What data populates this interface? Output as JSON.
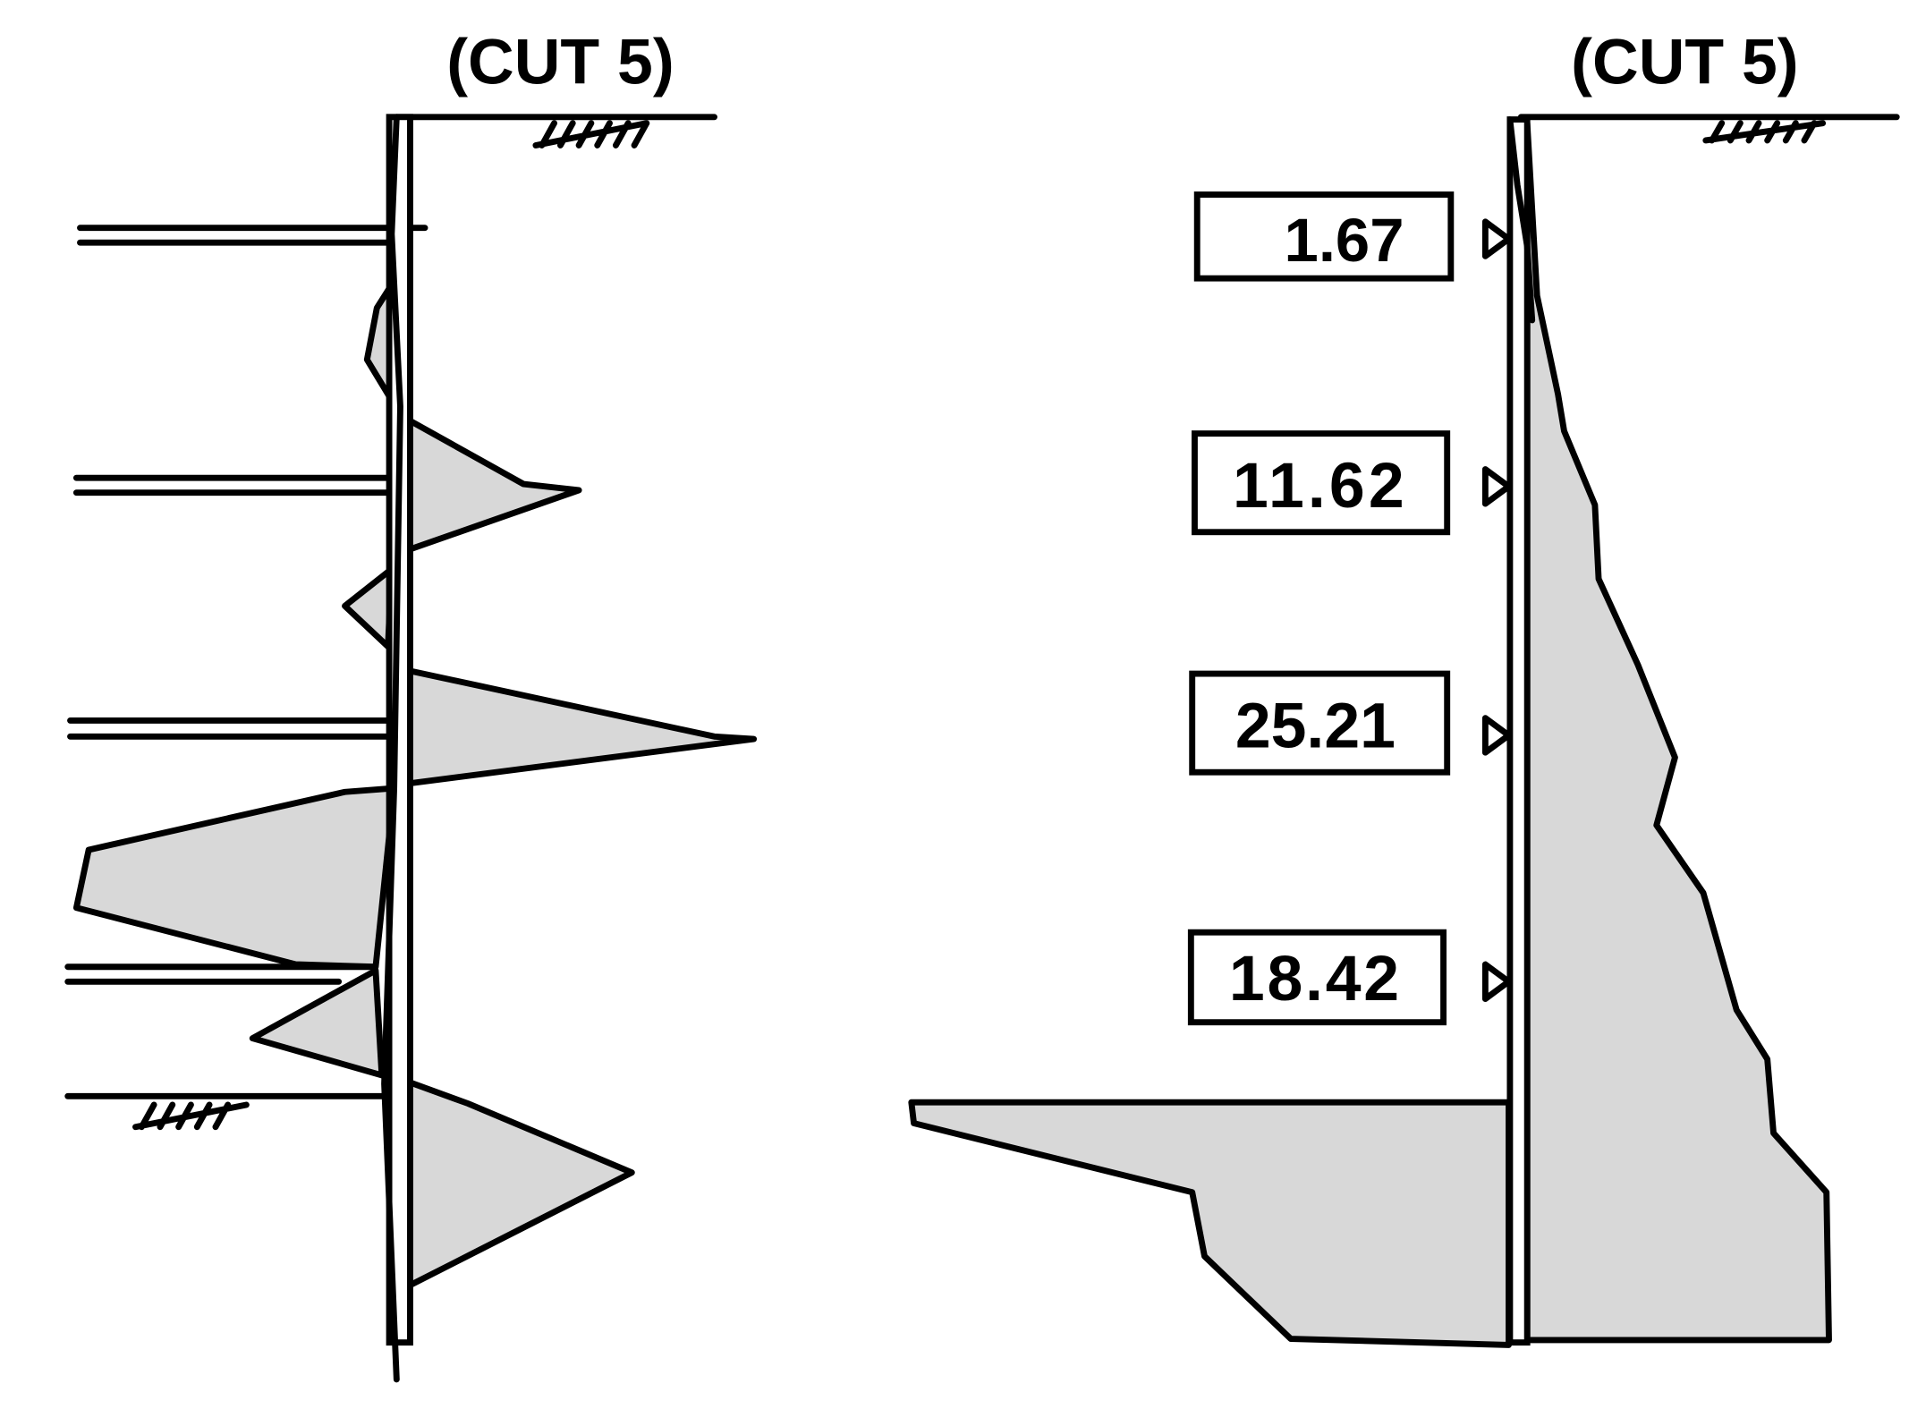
{
  "left_diagram": {
    "title": "(CUT 5)",
    "type": "bending moment diagram"
  },
  "right_diagram": {
    "title": "(CUT 5)",
    "type": "earth pressure diagram",
    "strut_loads": [
      {
        "label": "1.67"
      },
      {
        "label": "11.62"
      },
      {
        "label": "25.21"
      },
      {
        "label": "18.42"
      }
    ]
  },
  "colors": {
    "fill": "#d8d8d8",
    "stroke": "#000000"
  }
}
